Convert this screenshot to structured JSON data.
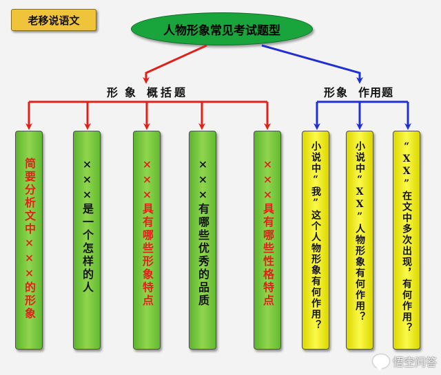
{
  "brand": "老移说语文",
  "title": "人物形象常见考试题型",
  "groups": {
    "left": {
      "part1": "形象",
      "part2": "概括题",
      "color": "#e0201b"
    },
    "right": {
      "part1": "形象",
      "part2": "作用题",
      "color": "#1f2fd0"
    }
  },
  "cards": [
    {
      "text": "简要分析文中×××的形象",
      "style": "green",
      "text_color": "red"
    },
    {
      "text": "×××是一个怎样的人",
      "style": "green",
      "text_color": "black"
    },
    {
      "text": "×××具有哪些形象特点",
      "style": "green",
      "text_color": "red"
    },
    {
      "text": "×××有哪些优秀的品质",
      "style": "green",
      "text_color": "black"
    },
    {
      "text": "×××具有哪些性格特点",
      "style": "green",
      "text_color": "red"
    },
    {
      "text": "小说中“我”这个人物形象有何作用？",
      "style": "yellow",
      "text_color": "black"
    },
    {
      "text": "小说中“XX”人物形象有何作用？",
      "style": "yellow",
      "text_color": "black"
    },
    {
      "text": "“XX”在文中多次出现，有何作用？",
      "style": "yellow",
      "text_color": "black"
    }
  ],
  "watermark": "悟空问答"
}
